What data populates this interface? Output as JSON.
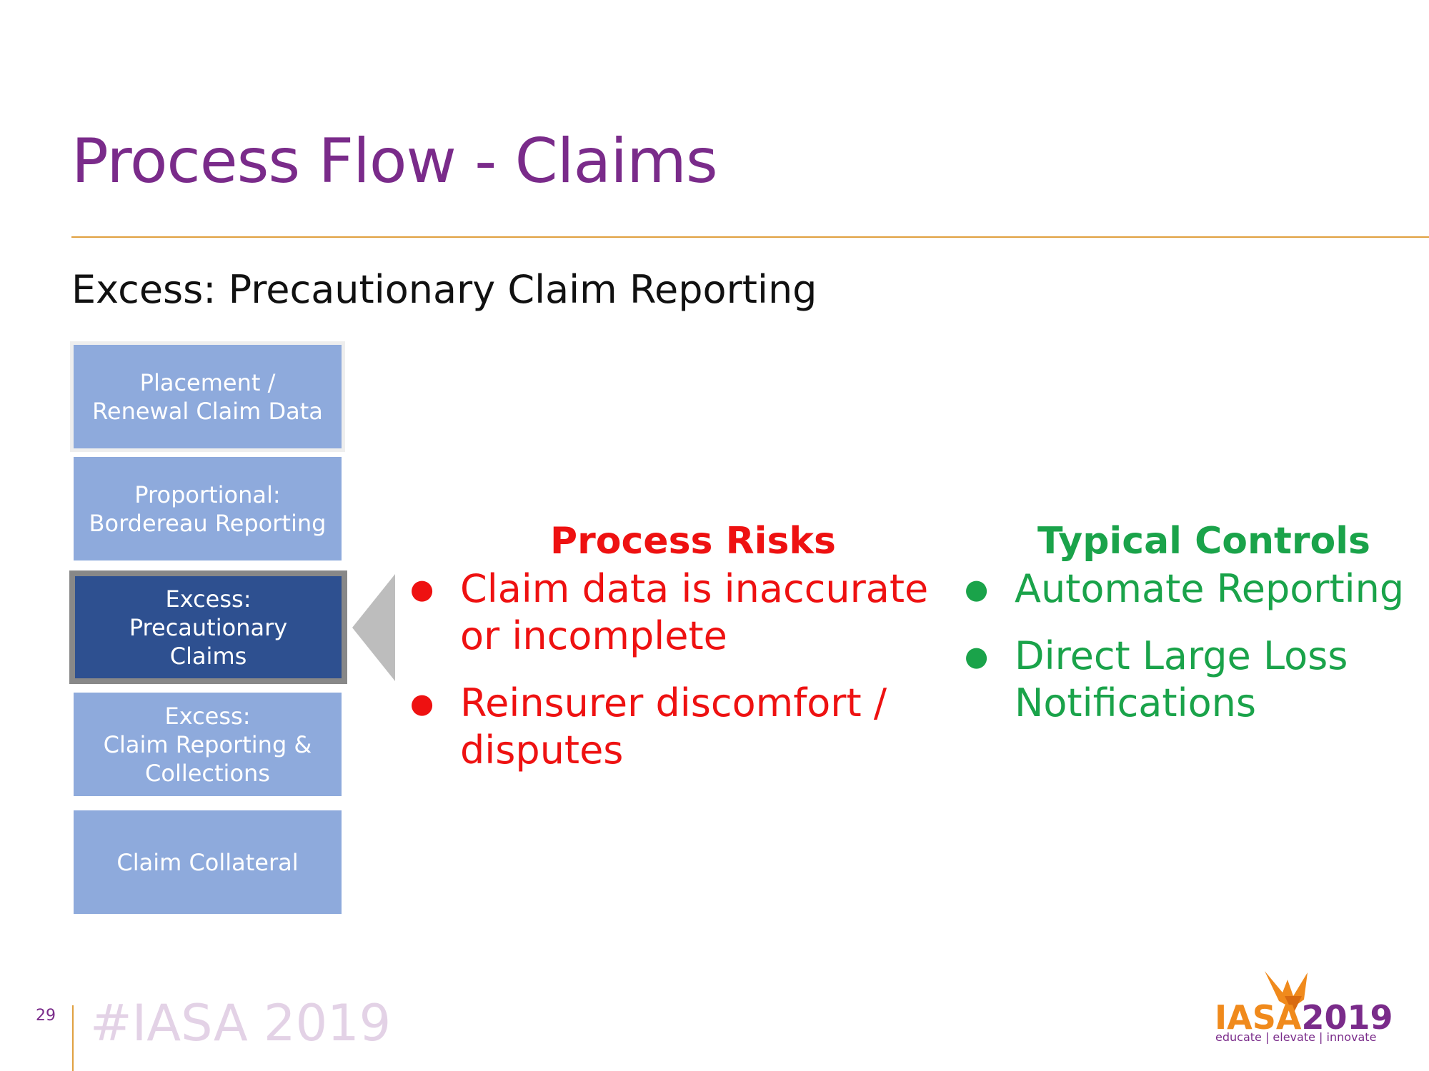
{
  "slide": {
    "title": "Process Flow - Claims",
    "subtitle": "Excess: Precautionary Claim Reporting",
    "page_number": "29"
  },
  "steps": [
    {
      "label": "Placement /\nRenewal Claim Data",
      "state": "normal"
    },
    {
      "label": "Proportional:\nBordereau Reporting",
      "state": "normal"
    },
    {
      "label": "Excess:\nPrecautionary\nClaims",
      "state": "active"
    },
    {
      "label": "Excess:\nClaim Reporting &\nCollections",
      "state": "normal"
    },
    {
      "label": "Claim Collateral",
      "state": "normal"
    }
  ],
  "risks": {
    "heading": "Process Risks",
    "items": [
      "Claim data is inaccurate or incomplete",
      "Reinsurer discomfort / disputes"
    ]
  },
  "controls": {
    "heading": "Typical Controls",
    "items": [
      "Automate Reporting",
      "Direct Large Loss Notifications"
    ]
  },
  "footer": {
    "hashtag": "#IASA 2019",
    "logo_part1": "IASA",
    "logo_part2": "2019",
    "logo_tagline": "educate | elevate | innovate"
  },
  "colors": {
    "title": "#7a2b8a",
    "step_fill": "#8eaadc",
    "step_active": "#2e5090",
    "risk": "#ee1111",
    "control": "#1aa34a",
    "accent_rule": "#e0a040"
  },
  "icons": {
    "bullet": "bullet-icon",
    "logo_bird": "phoenix-logo-icon"
  }
}
